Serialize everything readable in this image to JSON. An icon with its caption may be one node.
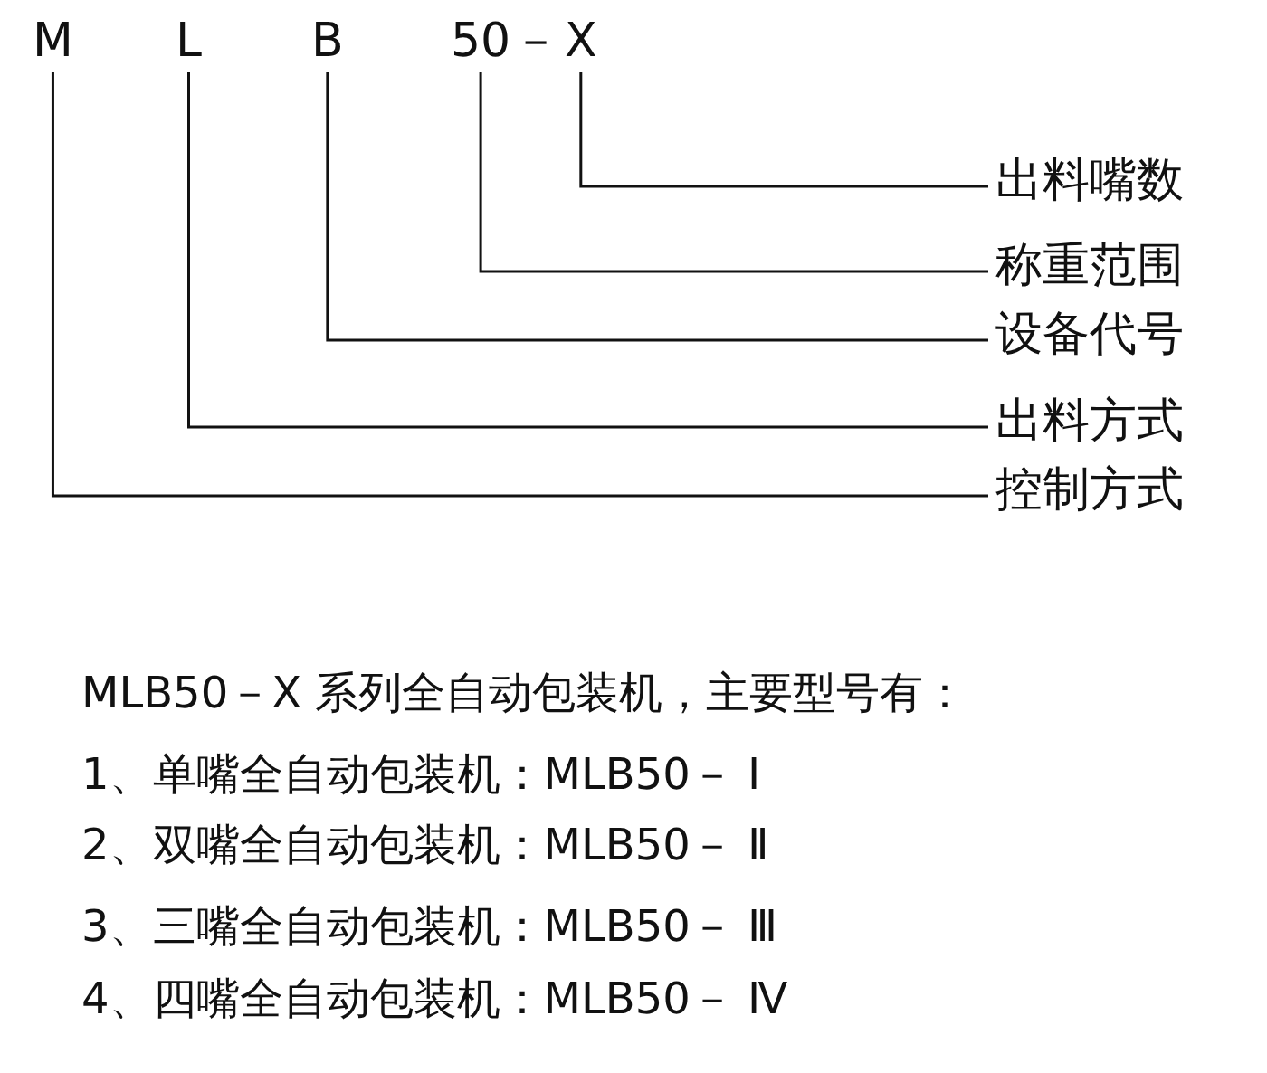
{
  "diagram": {
    "nodes": [
      {
        "text": [
          "M"
        ]
      },
      {
        "text": [
          "L"
        ]
      },
      {
        "text": [
          "B"
        ]
      },
      {
        "text": [
          "50"
        ]
      },
      {
        "text": [
          "X"
        ]
      },
      {
        "text": [
          "出料嘴数"
        ]
      },
      {
        "text": [
          "称重范围"
        ]
      },
      {
        "text": [
          "设备代号"
        ]
      },
      {
        "text": [
          "出料方式"
        ]
      },
      {
        "text": [
          "控制方式"
        ]
      }
    ],
    "edges": [
      {
        "from": 4,
        "to": 5,
        "arrow": "none"
      },
      {
        "from": 3,
        "to": 6,
        "arrow": "none"
      },
      {
        "from": 2,
        "to": 7,
        "arrow": "none"
      },
      {
        "from": 1,
        "to": 8,
        "arrow": "none"
      },
      {
        "from": 0,
        "to": 9,
        "arrow": "none"
      }
    ],
    "labels": [
      "－",
      "MLB50－X 系列全自动包装机，主要型号有：",
      "1、单嘴全自动包装机：MLB50－ Ⅰ",
      "2、双嘴全自动包装机：MLB50－ Ⅱ",
      "3、三嘴全自动包装机：MLB50－ Ⅲ",
      "4、四嘴全自动包装机：MLB50－ Ⅳ"
    ]
  }
}
